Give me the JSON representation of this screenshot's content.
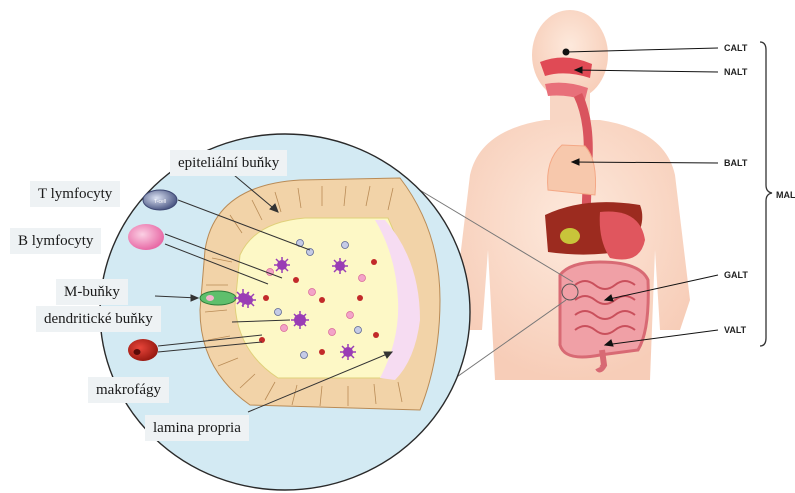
{
  "cell_labels": {
    "epithelial": "epiteliální buňky",
    "t_lymph": "T lymfocyty",
    "b_lymph": "B lymfocyty",
    "m_cells": "M-buňky",
    "dendritic": "dendritické buňky",
    "macrophages": "makrofágy",
    "lamina": "lamina propria"
  },
  "t_cell_inner": "T-cell",
  "region_labels": {
    "calt": "CALT",
    "nalt": "NALT",
    "balt": "BALT",
    "galt": "GALT",
    "valt": "VALT",
    "malt": "MAL"
  },
  "colors": {
    "circle_bg": "#d3eaf3",
    "villi": "#f2d3a8",
    "lamina": "#fdf8c6",
    "lamina_pink": "#f6dcf2",
    "body_skin": "#fbe0d0",
    "liver": "#9c2b1f",
    "intestine": "#e88a92"
  }
}
